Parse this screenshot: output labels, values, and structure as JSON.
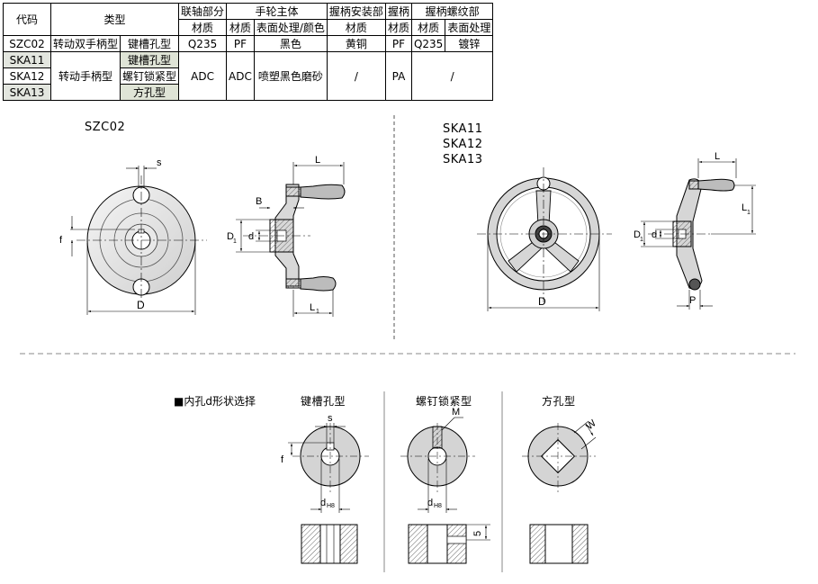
{
  "table": {
    "headers": {
      "code": "代码",
      "type": "类型",
      "shaft": "联轴部分",
      "wheel": "手轮主体",
      "handle_mount": "握柄安装部",
      "handle": "握柄",
      "handle_thread": "握柄螺纹部",
      "material": "材质",
      "surface_color": "表面处理/颜色",
      "surface": "表面处理"
    },
    "rows": [
      {
        "code": "SZC02",
        "type": "转动双手柄型",
        "subtype": "键槽孔型",
        "shaft_mat": "Q235",
        "wheel_mat": "PF",
        "wheel_surface": "黑色",
        "mount_mat": "黄铜",
        "handle_mat": "PF",
        "thread_mat": "Q235",
        "thread_surface": "镀锌"
      },
      {
        "code": "SKA11",
        "subtype": "键槽孔型"
      },
      {
        "code": "SKA12",
        "subtype": "螺钉锁紧型"
      },
      {
        "code": "SKA13",
        "subtype": "方孔型"
      }
    ],
    "ska_common": {
      "type": "转动手柄型",
      "shaft_mat": "ADC",
      "wheel_mat": "ADC",
      "wheel_surface": "喷塑黑色磨砂",
      "mount_mat": "/",
      "handle_mat": "PA",
      "thread": "/"
    }
  },
  "left_drawing": {
    "title": "SZC02",
    "dims": {
      "s": "s",
      "f": "f",
      "D": "D",
      "L": "L",
      "B": "B",
      "D1": "D",
      "D1_sub": "1",
      "d": "d",
      "L1": "L",
      "L1_sub": "1"
    }
  },
  "right_drawing": {
    "titles": [
      "SKA11",
      "SKA12",
      "SKA13"
    ],
    "dims": {
      "L": "L",
      "L1": "L",
      "L1_sub": "1",
      "D1": "D",
      "D1_sub": "1",
      "d": "d",
      "D": "D",
      "P": "P"
    }
  },
  "bore_section": {
    "title": "■内孔d形状选择",
    "types": [
      {
        "label": "键槽孔型",
        "dims": {
          "s": "s",
          "f": "f",
          "dh": "d",
          "dh_sub": "H8"
        }
      },
      {
        "label": "螺钉锁紧型",
        "dims": {
          "M": "M",
          "dh": "d",
          "dh_sub": "H8",
          "five": "5"
        }
      },
      {
        "label": "方孔型",
        "dims": {
          "W": "W"
        }
      }
    ]
  }
}
